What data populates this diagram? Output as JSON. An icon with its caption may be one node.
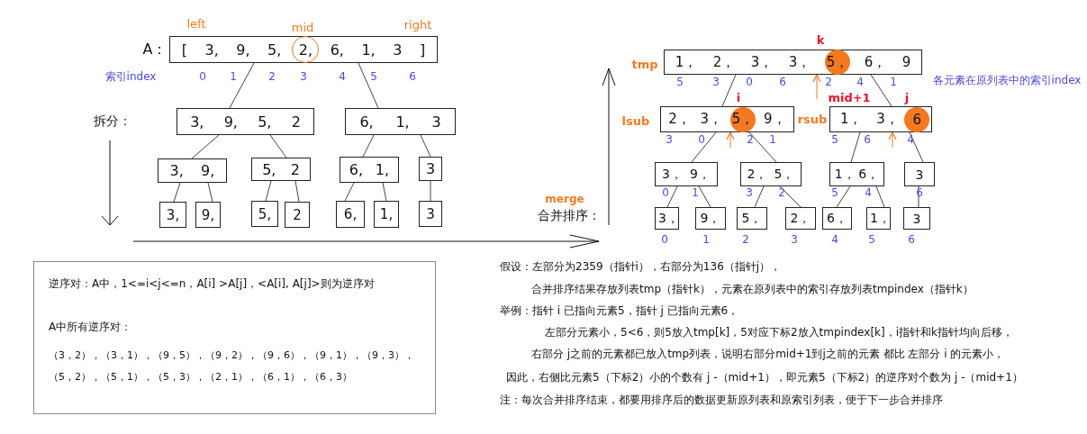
{
  "diagram": {
    "nodes": [
      {
        "text": [
          "[",
          "3,",
          "9,",
          "5,",
          "2,",
          "6,",
          "1,",
          "3",
          "]"
        ],
        "beside": [
          "A："
        ]
      },
      {
        "text": [
          "3,",
          "9,",
          "5,",
          "2"
        ]
      },
      {
        "text": [
          "6,",
          "1,",
          "3"
        ]
      },
      {
        "text": [
          "3,",
          "9,"
        ]
      },
      {
        "text": [
          "5,",
          "2"
        ]
      },
      {
        "text": [
          "6,",
          "1,"
        ]
      },
      {
        "text": [
          "3"
        ]
      },
      {
        "text": [
          "3,"
        ]
      },
      {
        "text": [
          "9,"
        ]
      },
      {
        "text": [
          "5,"
        ]
      },
      {
        "text": [
          "2"
        ]
      },
      {
        "text": [
          "6,"
        ]
      },
      {
        "text": [
          "1,"
        ]
      },
      {
        "text": [
          "3"
        ]
      },
      {
        "text": [
          "1，",
          "2，",
          "3，",
          "3，",
          "5，",
          "6，",
          "9"
        ],
        "beside": [
          "tmp"
        ]
      },
      {
        "text": [
          "2，",
          "3，",
          "5，",
          "9，"
        ],
        "beside": [
          "lsub"
        ]
      },
      {
        "text": [
          "1，",
          "3，",
          "6"
        ],
        "beside": [
          "rsub"
        ]
      },
      {
        "text": [
          "3，",
          "9，"
        ]
      },
      {
        "text": [
          "2，",
          "5，"
        ]
      },
      {
        "text": [
          "1，",
          "6，"
        ]
      },
      {
        "text": [
          "3"
        ]
      },
      {
        "text": [
          "3，"
        ]
      },
      {
        "text": [
          "9，"
        ]
      },
      {
        "text": [
          "5，"
        ]
      },
      {
        "text": [
          "2，"
        ]
      },
      {
        "text": [
          "6，"
        ]
      },
      {
        "text": [
          "1，"
        ]
      },
      {
        "text": [
          "3"
        ]
      },
      {
        "text": [
          "逆序对：A中，1<=i<j<=n，A[i] >A[j]，<A[i], A[j]>则为逆序对",
          "A中所有逆序对：",
          "（3，2），（3，1），（9，5），（9，2），（9，6），（9，1），（9，3），（5，2），（5，1），（5，3），（2，1），（6，1），（6，3）"
        ]
      }
    ],
    "edges": [
      {
        "from": 0,
        "to": 1,
        "arrow": "none"
      },
      {
        "from": 0,
        "to": 2,
        "arrow": "none"
      },
      {
        "from": 1,
        "to": 3,
        "arrow": "none"
      },
      {
        "from": 1,
        "to": 4,
        "arrow": "none"
      },
      {
        "from": 2,
        "to": 5,
        "arrow": "none"
      },
      {
        "from": 2,
        "to": 6,
        "arrow": "none"
      },
      {
        "from": 3,
        "to": 7,
        "arrow": "none"
      },
      {
        "from": 3,
        "to": 8,
        "arrow": "none"
      },
      {
        "from": 4,
        "to": 9,
        "arrow": "none"
      },
      {
        "from": 4,
        "to": 10,
        "arrow": "none"
      },
      {
        "from": 5,
        "to": 11,
        "arrow": "none"
      },
      {
        "from": 5,
        "to": 12,
        "arrow": "none"
      },
      {
        "from": 6,
        "to": 13,
        "arrow": "none"
      },
      {
        "from": 15,
        "to": 14,
        "arrow": "none"
      },
      {
        "from": 16,
        "to": 14,
        "arrow": "none"
      },
      {
        "from": 17,
        "to": 15,
        "arrow": "none"
      },
      {
        "from": 18,
        "to": 15,
        "arrow": "none"
      },
      {
        "from": 19,
        "to": 16,
        "arrow": "none"
      },
      {
        "from": 20,
        "to": 16,
        "arrow": "none"
      },
      {
        "from": 21,
        "to": 17,
        "arrow": "none"
      },
      {
        "from": 22,
        "to": 17,
        "arrow": "none"
      },
      {
        "from": 23,
        "to": 18,
        "arrow": "none"
      },
      {
        "from": 24,
        "to": 18,
        "arrow": "none"
      },
      {
        "from": 25,
        "to": 19,
        "arrow": "none"
      },
      {
        "from": 26,
        "to": 19,
        "arrow": "none"
      },
      {
        "from": 27,
        "to": 20,
        "arrow": "none"
      },
      {
        "from": null,
        "to": 14,
        "arrow": "to",
        "color": "#f47920"
      },
      {
        "from": null,
        "to": 15,
        "arrow": "to",
        "color": "#f47920"
      },
      {
        "from": null,
        "to": 16,
        "arrow": "to",
        "color": "#f47920"
      }
    ],
    "labels": [
      "left",
      "mid",
      "right",
      "索引index",
      "0",
      "1",
      "2",
      "3",
      "4",
      "5",
      "6",
      "拆分：",
      "k",
      "5",
      "3",
      "0",
      "6",
      "2",
      "4",
      "1",
      "各元素在原列表中的索引index",
      "i",
      "mid+1",
      "j",
      "3",
      "0",
      "2",
      "1",
      "5",
      "6",
      "4",
      "merge",
      "合并排序：",
      "0",
      "1",
      "3",
      "2",
      "5",
      "4",
      "6",
      "0",
      "1",
      "2",
      "3",
      "4",
      "5",
      "6",
      "假设：左部分为2359（指针i），右部分为136（指针j），",
      "合并排序结果存放列表tmp（指针k），元素在原列表中的索引存放列表tmpindex（指针k）",
      "举例：指针 i 已指向元素5，指针 j 已指向元素6，",
      "左部分元素小，5<6，则5放入tmp[k]，5对应下标2放入tmpindex[k]，i指针和k指针均向后移，",
      "右部分 j之前的元素都已放入tmp列表，说明右部分mid+1到j之前的元素 都比 左部分 i 的元素小，",
      "因此，右侧比元素5（下标2）小的个数有 j -（mid+1），即元素5（下标2）的逆序对个数为 j -（mid+1）",
      "注：每次合并排序结束，都要用排序后的数据更新原列表和原索引列表，便于下一步合并排序"
    ]
  }
}
